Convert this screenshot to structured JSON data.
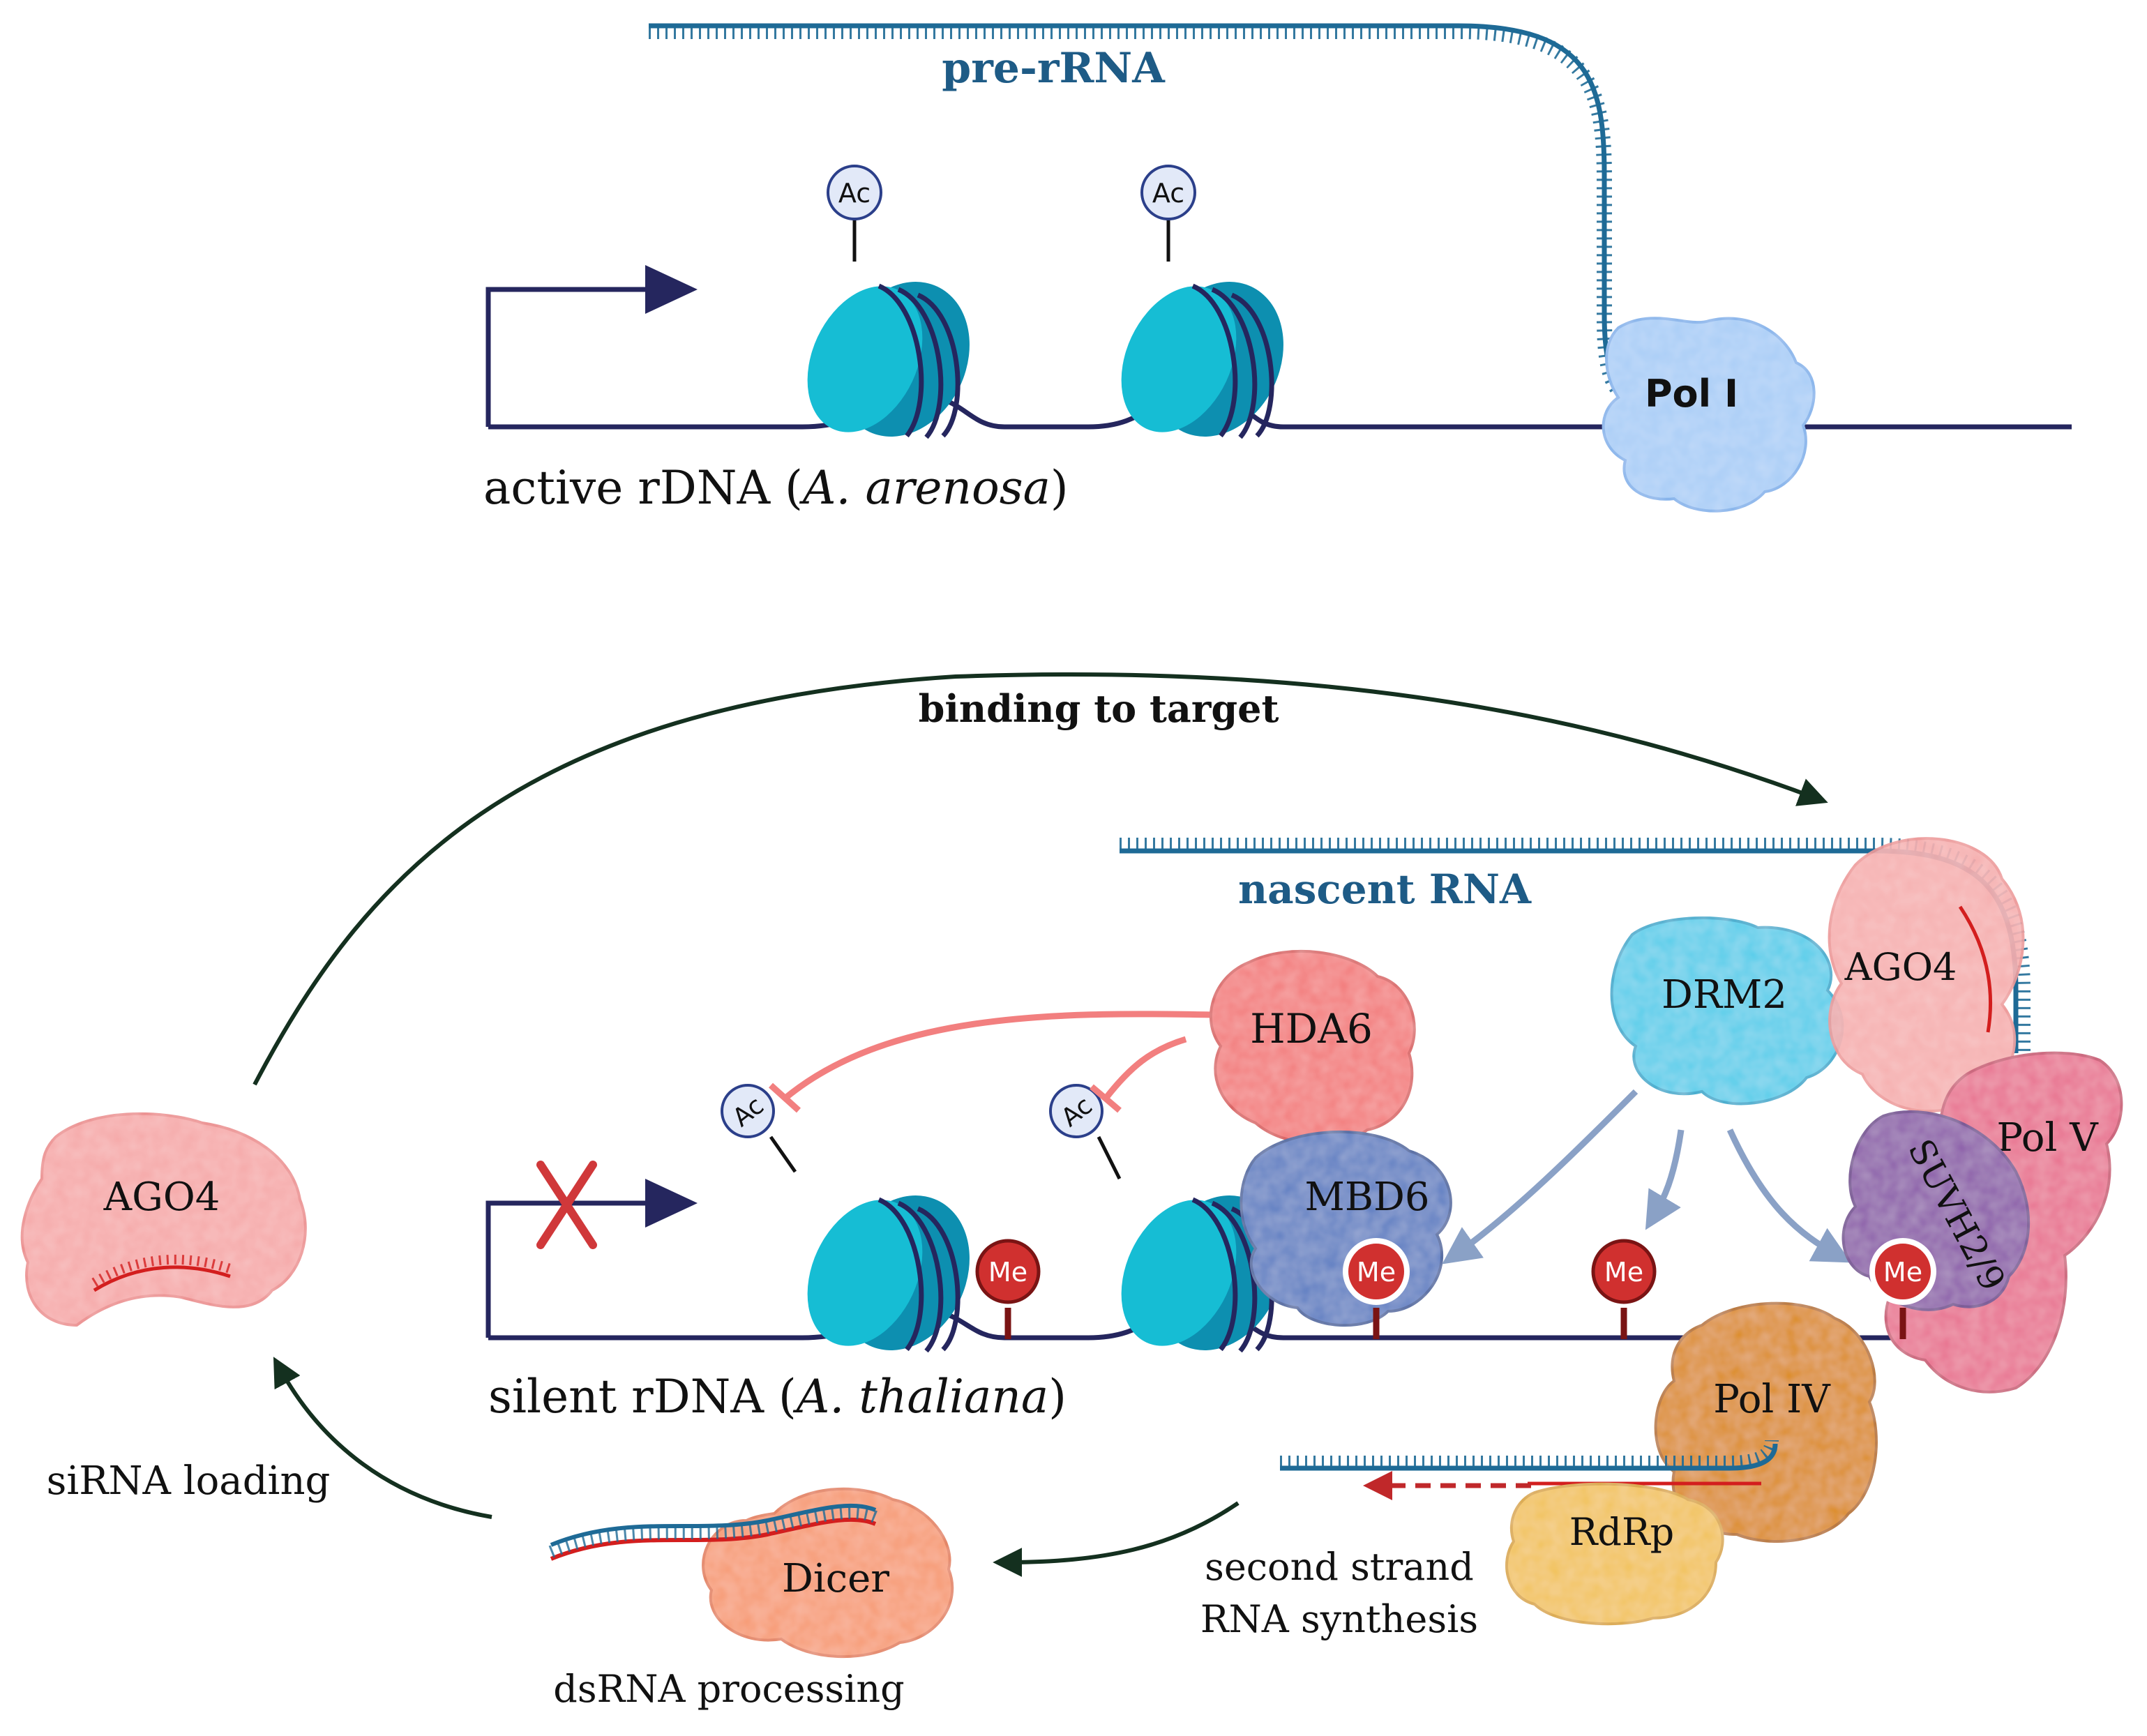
{
  "active": {
    "title_prefix": "active rDNA (",
    "title_species": "A. arenosa",
    "title_suffix": ")",
    "rna_label": "pre-rRNA",
    "pol_label": "Pol I",
    "ac_label": "Ac"
  },
  "silent": {
    "title_prefix": "silent rDNA (",
    "title_species": "A. thaliana",
    "title_suffix": ")",
    "rna_label": "nascent RNA",
    "ac_label": "Ac",
    "me_label": "Me"
  },
  "proteins": {
    "hda6": "HDA6",
    "mbd6": "MBD6",
    "drm2": "DRM2",
    "ago4_bound": "AGO4",
    "pol5": "Pol V",
    "suvh": "SUVH2/9",
    "pol4": "Pol IV",
    "rdrp": "RdRp",
    "dicer": "Dicer",
    "ago4_free": "AGO4"
  },
  "steps": {
    "binding": "binding to target",
    "sirna_loading": "siRNA loading",
    "dsrna_processing": "dsRNA processing",
    "second_strand_1": "second strand",
    "second_strand_2": "RNA synthesis"
  },
  "colors": {
    "dna": "#25265e",
    "rna": "#1e6a96",
    "nucleosome": "#12b5cc",
    "pol1": "#a9cdf7",
    "hda6": "#f37a7a",
    "mbd6": "#5d7ec2",
    "drm2": "#55cdea",
    "ago4": "#f6a8a8",
    "pol5": "#e8718f",
    "suvh": "#8a5aa8",
    "pol4": "#dc8a0e",
    "rdrp": "#f2c259",
    "dicer": "#f79a72",
    "me": "#d0302f",
    "inhibit": "#f27f7f",
    "arrow_dark": "#14301f",
    "arrow_blue": "#8aa1c6",
    "sirna": "#d31e1e"
  }
}
